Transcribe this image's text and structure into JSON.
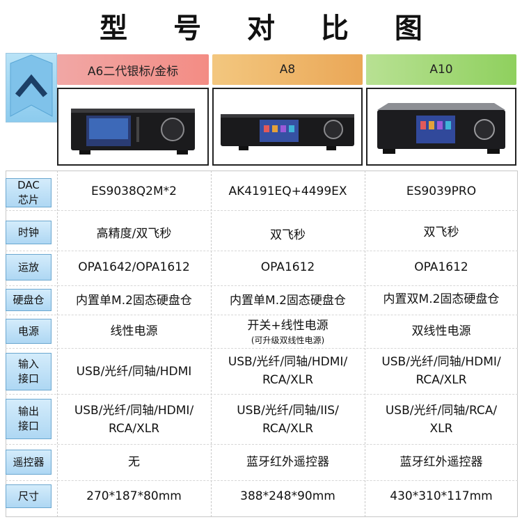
{
  "title": "型 号 对 比 图",
  "models": [
    {
      "name": "A6二代银标/金标",
      "image_icon": "a6-product-photo"
    },
    {
      "name": "A8",
      "image_icon": "a8-product-photo"
    },
    {
      "name": "A10",
      "image_icon": "a10-product-photo"
    }
  ],
  "rows": [
    {
      "label": "DAC\n芯片",
      "values": [
        "ES9038Q2M*2",
        "AK4191EQ+4499EX",
        "ES9039PRO"
      ]
    },
    {
      "label": "时钟",
      "values": [
        "高精度/双飞秒",
        "双飞秒",
        "双飞秒"
      ]
    },
    {
      "label": "运放",
      "values": [
        "OPA1642/OPA1612",
        "OPA1612",
        "OPA1612"
      ]
    },
    {
      "label": "硬盘仓",
      "values": [
        "内置单M.2固态硬盘仓",
        "内置单M.2固态硬盘仓",
        "内置双M.2固态硬盘仓"
      ]
    },
    {
      "label": "电源",
      "values": [
        "线性电源",
        "开关+线性电源",
        "双线性电源"
      ],
      "notes": [
        "",
        "(可升级双线性电源)",
        ""
      ]
    },
    {
      "label": "输入\n接口",
      "values": [
        "USB/光纤/同轴/HDMI",
        "USB/光纤/同轴/HDMI/\nRCA/XLR",
        "USB/光纤/同轴/HDMI/\nRCA/XLR"
      ]
    },
    {
      "label": "输出\n接口",
      "values": [
        "USB/光纤/同轴/HDMI/\nRCA/XLR",
        "USB/光纤/同轴/IIS/\nRCA/XLR",
        "USB/光纤/同轴/RCA/\nXLR"
      ]
    },
    {
      "label": "遥控器",
      "values": [
        "无",
        "蓝牙红外遥控器",
        "蓝牙红外遥控器"
      ]
    },
    {
      "label": "尺寸",
      "values": [
        "270*187*80mm",
        "388*248*90mm",
        "430*310*117mm"
      ]
    }
  ],
  "colors": {
    "a6_header": "#f38c84",
    "a8_header": "#eaa757",
    "a10_header": "#8fd05e",
    "label_bg": "#aed7f3"
  }
}
